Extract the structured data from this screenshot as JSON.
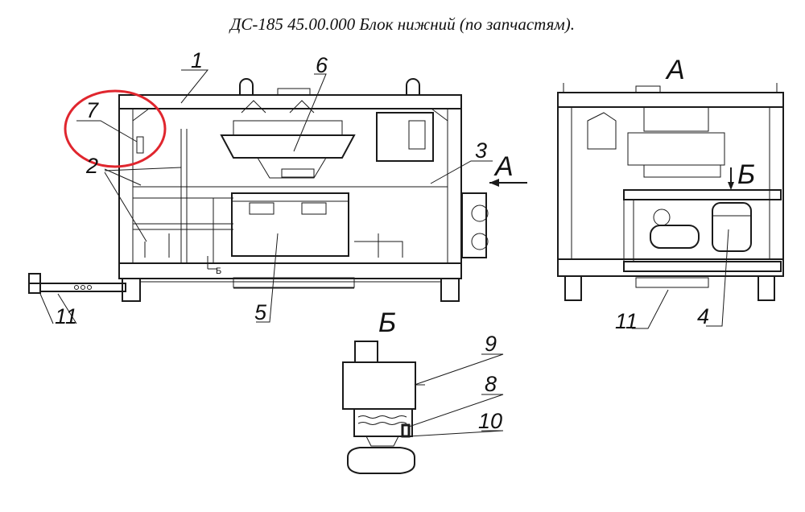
{
  "title": "ДС-185 45.00.000 Блок нижний (по запчастям).",
  "views": {
    "a_top": "А",
    "a_arrow": "А",
    "b_side": "Б",
    "b_detail": "Б",
    "b_section": "Б"
  },
  "callouts": [
    "1",
    "2",
    "3",
    "4",
    "5",
    "6",
    "7",
    "8",
    "9",
    "10",
    "11",
    "11"
  ],
  "colors": {
    "line": "#1a1a1a",
    "highlight": "#e0262e"
  }
}
